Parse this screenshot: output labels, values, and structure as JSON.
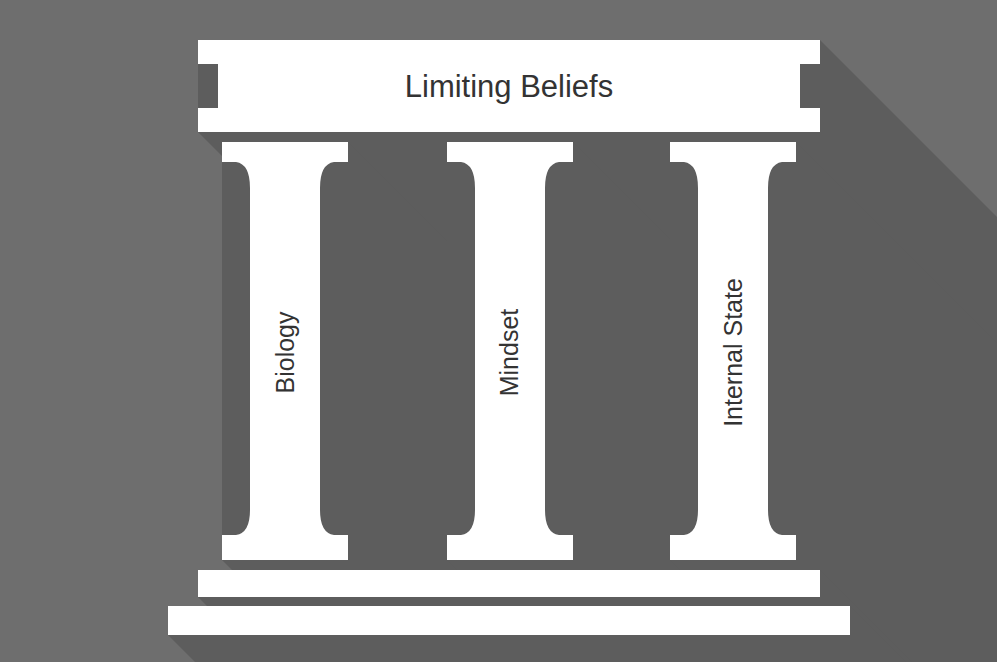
{
  "diagram": {
    "nodes": [
      {
        "text": [
          "Limiting Beliefs"
        ]
      },
      {
        "text": [
          "Biology"
        ]
      },
      {
        "text": [
          "Mindset"
        ]
      },
      {
        "text": [
          "Internal State"
        ]
      }
    ]
  }
}
